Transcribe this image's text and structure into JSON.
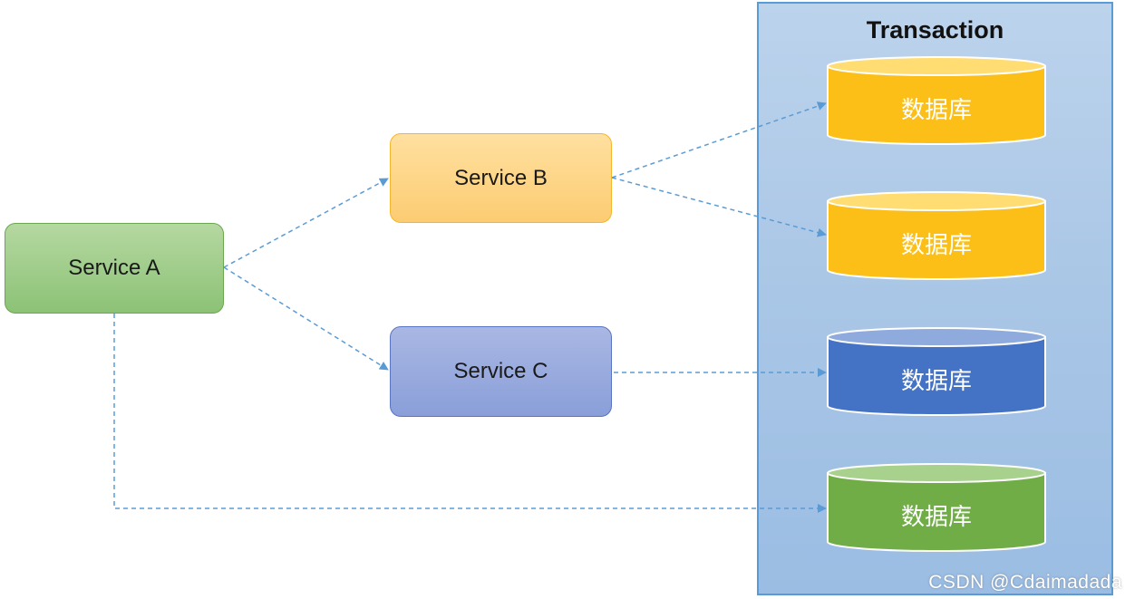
{
  "transaction": {
    "title": "Transaction"
  },
  "services": {
    "a": {
      "label": "Service A",
      "fill": "#8cc276",
      "border": "#6aa84f"
    },
    "b": {
      "label": "Service B",
      "fill": "#fccc72",
      "border": "#f5b52c"
    },
    "c": {
      "label": "Service C",
      "fill": "#8a9fd9",
      "border": "#5a74c4"
    }
  },
  "databases": [
    {
      "label": "数据库",
      "color": "#fbbf17"
    },
    {
      "label": "数据库",
      "color": "#fbbf17"
    },
    {
      "label": "数据库",
      "color": "#4472c4"
    },
    {
      "label": "数据库",
      "color": "#70ad47"
    }
  ],
  "connections": [
    {
      "from": "Service A",
      "to": "Service B"
    },
    {
      "from": "Service A",
      "to": "Service C"
    },
    {
      "from": "Service A",
      "to": "数据库 4"
    },
    {
      "from": "Service B",
      "to": "数据库 1"
    },
    {
      "from": "Service B",
      "to": "数据库 2"
    },
    {
      "from": "Service C",
      "to": "数据库 3"
    }
  ],
  "colors": {
    "connector": "#5b9bd5",
    "panel_border": "#5b9bd5"
  },
  "watermark": "CSDN @Cdaimadada"
}
